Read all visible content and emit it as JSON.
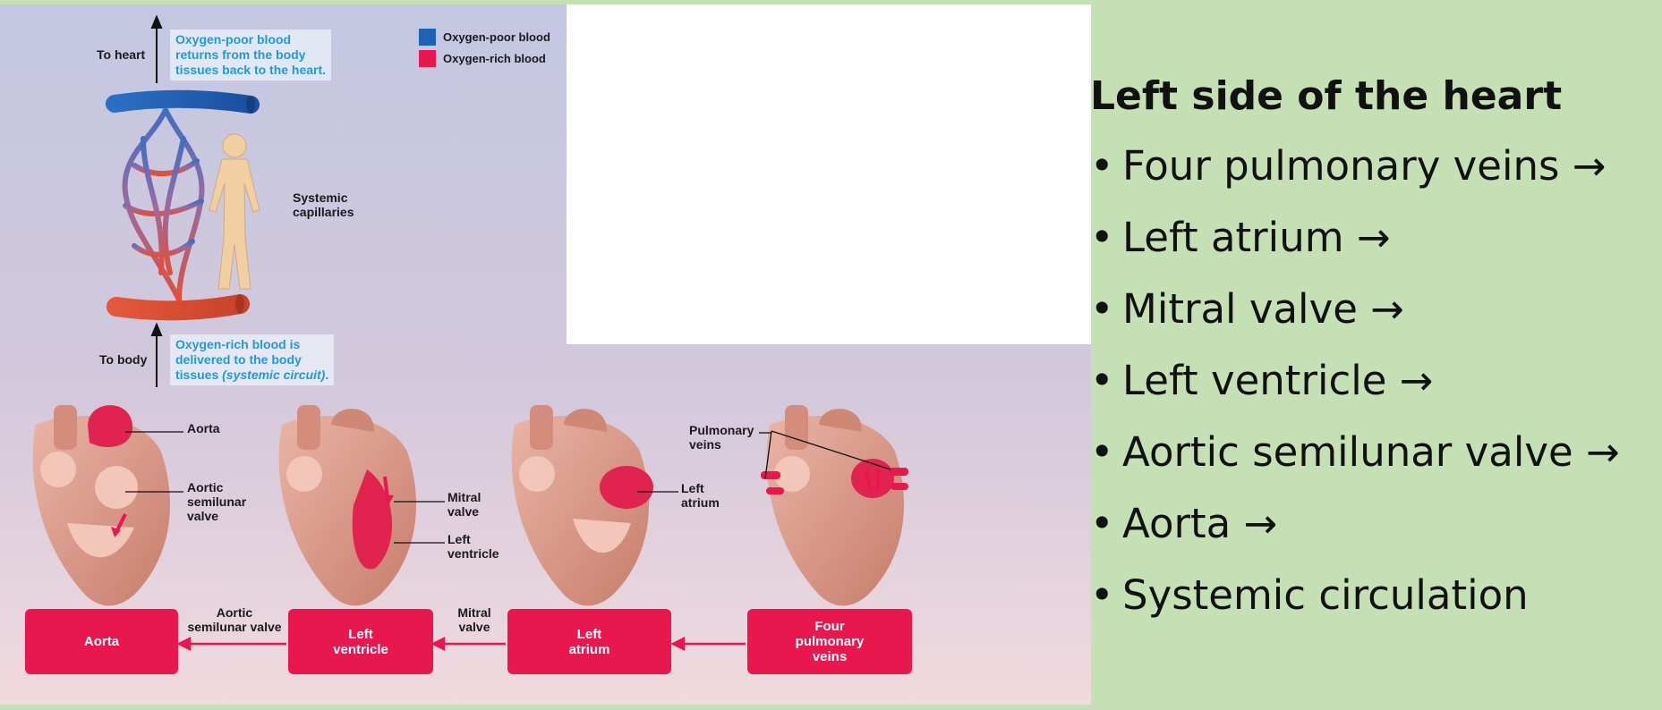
{
  "figure": {
    "legend": {
      "poor_label": "Oxygen-poor blood",
      "rich_label": "Oxygen-rich blood",
      "poor_color": "#1d63b5",
      "rich_color": "#e8184f"
    },
    "to_heart": "To heart",
    "to_body": "To body",
    "callout_top": [
      "Oxygen-poor blood",
      "returns from the body",
      "tissues back to the heart."
    ],
    "callout_bottom": [
      "Oxygen-rich blood is",
      "delivered to the body",
      "tissues ",
      "(systemic circuit)",
      "."
    ],
    "systemic_capillaries": [
      "Systemic",
      "capillaries"
    ],
    "heart_labels": {
      "aorta": "Aorta",
      "aortic_semilunar": [
        "Aortic",
        "semilunar",
        "valve"
      ],
      "mitral": [
        "Mitral",
        "valve"
      ],
      "left_ventricle": [
        "Left",
        "ventricle"
      ],
      "pulmonary_veins": [
        "Pulmonary",
        "veins"
      ],
      "left_atrium": [
        "Left",
        "atrium"
      ]
    },
    "flow_boxes": {
      "aorta": "Aorta",
      "left_ventricle": [
        "Left",
        "ventricle"
      ],
      "left_atrium": [
        "Left",
        "atrium"
      ],
      "four_pulmonary_veins": [
        "Four",
        "pulmonary",
        "veins"
      ]
    },
    "flow_labels": {
      "aortic_semilunar_valve": [
        "Aortic",
        "semilunar valve"
      ],
      "mitral_valve": [
        "Mitral",
        "valve"
      ]
    }
  },
  "panel": {
    "title": "Left side of the heart",
    "items": [
      "Four pulmonary veins →",
      "Left atrium →",
      "Mitral valve →",
      "Left ventricle →",
      "Aortic semilunar valve →",
      "Aorta →",
      "Systemic circulation"
    ]
  }
}
